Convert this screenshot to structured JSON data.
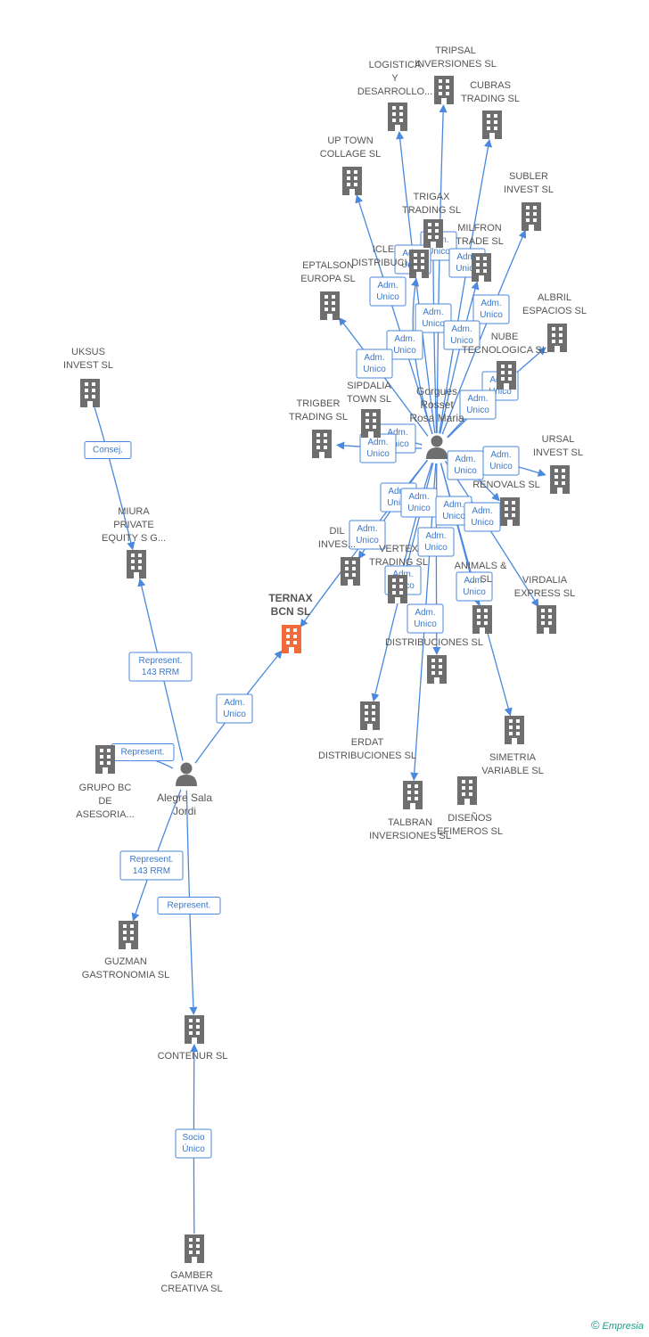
{
  "footer": {
    "copyright_symbol": "©",
    "brand": "Empresia"
  },
  "colors": {
    "edge": "#4a88dd",
    "building": "#6e6e6e",
    "main_building": "#f06a3a",
    "person": "#6e6e6e"
  },
  "nodes": [
    {
      "id": "tripsal",
      "type": "company",
      "label": [
        "TRIPSAL",
        "INVERSIONES SL"
      ]
    },
    {
      "id": "logistica",
      "type": "company",
      "label": [
        "LOGISTICA",
        "Y",
        "DESARROLLO..."
      ]
    },
    {
      "id": "cubras",
      "type": "company",
      "label": [
        "CUBRAS",
        "TRADING SL"
      ]
    },
    {
      "id": "uptown",
      "type": "company",
      "label": [
        "UP TOWN",
        "COLLAGE SL"
      ]
    },
    {
      "id": "subler",
      "type": "company",
      "label": [
        "SUBLER",
        "INVEST SL"
      ]
    },
    {
      "id": "trigax",
      "type": "company",
      "label": [
        "TRIGAX",
        "TRADING SL"
      ]
    },
    {
      "id": "milfron",
      "type": "company",
      "label": [
        "MILFRON",
        "TRADE SL"
      ]
    },
    {
      "id": "icle",
      "type": "company",
      "label": [
        "ICLE",
        "DISTRIBUCI..."
      ]
    },
    {
      "id": "eptalson",
      "type": "company",
      "label": [
        "EPTALSON",
        "EUROPA SL"
      ]
    },
    {
      "id": "albril",
      "type": "company",
      "label": [
        "ALBRIL",
        "ESPACIOS SL"
      ]
    },
    {
      "id": "nube",
      "type": "company",
      "label": [
        "NUBE",
        "TECNOLOGICA SL"
      ]
    },
    {
      "id": "uksus",
      "type": "company",
      "label": [
        "UKSUS",
        "INVEST  SL"
      ]
    },
    {
      "id": "sipdalia",
      "type": "company",
      "label": [
        "SIPDALIA",
        "TOWN SL"
      ]
    },
    {
      "id": "trigber",
      "type": "company",
      "label": [
        "TRIGBER",
        "TRADING SL"
      ]
    },
    {
      "id": "ursal",
      "type": "company",
      "label": [
        "URSAL",
        "INVEST SL"
      ]
    },
    {
      "id": "renovals",
      "type": "company",
      "label": [
        "RENOVALS SL"
      ]
    },
    {
      "id": "miura",
      "type": "company",
      "label": [
        "MIURA",
        "PRIVATE",
        "EQUITY S G..."
      ]
    },
    {
      "id": "dil",
      "type": "company",
      "label": [
        "DIL",
        "INVES..."
      ]
    },
    {
      "id": "vertex",
      "type": "company",
      "label": [
        "VERTEX",
        "TRADING SL"
      ]
    },
    {
      "id": "animals",
      "type": "company",
      "label": [
        "ANIMALS &",
        "... SL"
      ]
    },
    {
      "id": "virdalia",
      "type": "company",
      "label": [
        "VIRDALIA",
        "EXPRESS SL"
      ]
    },
    {
      "id": "ternax",
      "type": "main",
      "label": [
        "TERNAX",
        "BCN  SL"
      ]
    },
    {
      "id": "distrib",
      "type": "company",
      "label": [
        "DISTRIBUCIONES SL"
      ]
    },
    {
      "id": "erdat",
      "type": "company",
      "label": [
        "ERDAT",
        "DISTRIBUCIONES SL"
      ]
    },
    {
      "id": "simetria",
      "type": "company",
      "label": [
        "SIMETRIA",
        "VARIABLE SL"
      ]
    },
    {
      "id": "grupobc",
      "type": "company",
      "label": [
        "GRUPO BC",
        "DE",
        "ASESORIA..."
      ]
    },
    {
      "id": "talbran",
      "type": "company",
      "label": [
        "TALBRAN",
        "INVERSIONES SL"
      ]
    },
    {
      "id": "disenos",
      "type": "company",
      "label": [
        "DISEÑOS",
        "EFIMEROS SL"
      ]
    },
    {
      "id": "guzman",
      "type": "company",
      "label": [
        "GUZMAN",
        "GASTRONOMIA SL"
      ]
    },
    {
      "id": "contenur",
      "type": "company",
      "label": [
        "CONTENUR SL"
      ]
    },
    {
      "id": "gamber",
      "type": "company",
      "label": [
        "GAMBER",
        "CREATIVA SL"
      ]
    },
    {
      "id": "gorgues",
      "type": "person",
      "label": [
        "Gorgues",
        "Rosset",
        "Rosa Maria"
      ]
    },
    {
      "id": "alegre",
      "type": "person",
      "label": [
        "Alegre Sala",
        "Jordi"
      ]
    }
  ],
  "edge_labels": [
    [
      "Adm.",
      "Unico"
    ],
    [
      "Adm.",
      "Unico"
    ],
    [
      "Adm.",
      "Unico"
    ],
    [
      "Adm.",
      "Unico"
    ],
    [
      "Adm.",
      "Unico"
    ],
    [
      "Adm.",
      "Unico"
    ],
    [
      "Adm.",
      "Unico"
    ],
    [
      "Adm.",
      "Unico"
    ],
    [
      "Adm.",
      "Unico"
    ],
    [
      "Adm.",
      "Unico"
    ],
    [
      "Adm.",
      "Unico"
    ],
    [
      "Adm.",
      "Unico"
    ],
    [
      "Adm.",
      "Unico"
    ],
    [
      "Adm.",
      "Unico"
    ],
    [
      "Adm.",
      "Unico"
    ],
    [
      "Adm.",
      "Unico"
    ],
    [
      "Adm.",
      "Unico"
    ],
    [
      "Adm.",
      "Unico"
    ],
    [
      "Adm.",
      "Unico"
    ],
    [
      "Adm.",
      "Unico"
    ],
    [
      "Adm.",
      "Unico"
    ],
    [
      "Adm.",
      "Unico"
    ],
    [
      "Adm.",
      "Unico"
    ],
    [
      "Adm.",
      "Unico"
    ],
    [
      "Consej."
    ],
    [
      "Represent.",
      "143 RRM"
    ],
    [
      "Adm.",
      "Unico"
    ],
    [
      "Represent."
    ],
    [
      "Represent.",
      "143 RRM"
    ],
    [
      "Represent."
    ],
    [
      "Socio",
      "Único"
    ]
  ]
}
